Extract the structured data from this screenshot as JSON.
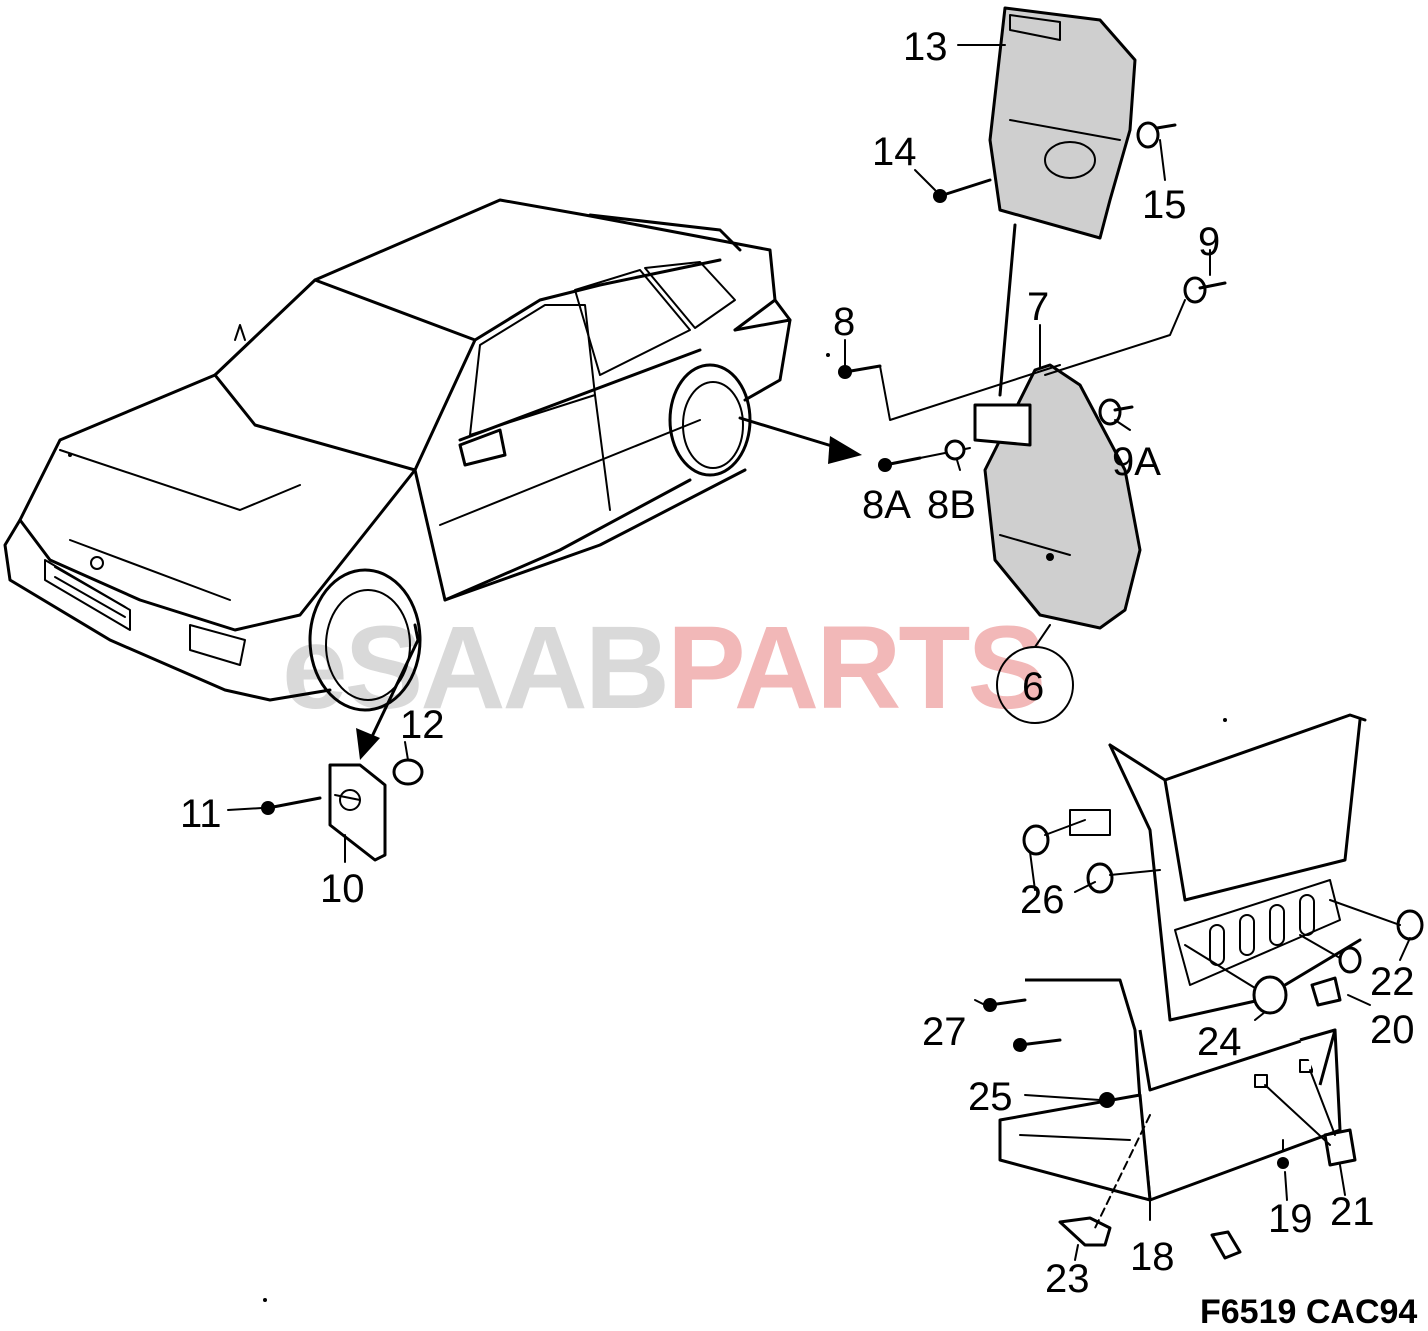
{
  "watermark": {
    "prefix": "eSAAB",
    "suffix": "PARTS",
    "prefix_color": "#d9d9d9",
    "suffix_color": "#f2b8b8"
  },
  "figure_code": "F6519 CAC94",
  "callouts": {
    "c6": "6",
    "c7": "7",
    "c8": "8",
    "c8a": "8A",
    "c8b": "8B",
    "c9": "9",
    "c9a": "9A",
    "c10": "10",
    "c11": "11",
    "c12": "12",
    "c13": "13",
    "c14": "14",
    "c15": "15",
    "c18": "18",
    "c19": "19",
    "c20": "20",
    "c21": "21",
    "c22": "22",
    "c23": "23",
    "c24": "24",
    "c25": "25",
    "c26": "26",
    "c27": "27"
  },
  "colors": {
    "line": "#000000",
    "part_shade": "#cfcfcf"
  }
}
